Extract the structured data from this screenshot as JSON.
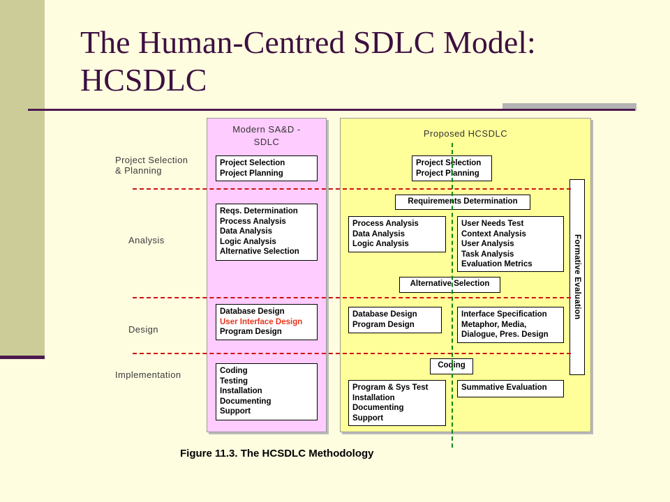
{
  "slide": {
    "title": "The Human-Centred SDLC Model:\nHCSDLC"
  },
  "diagram": {
    "phases": {
      "project": "Project Selection\n& Planning",
      "analysis": "Analysis",
      "design": "Design",
      "implementation": "Implementation"
    },
    "sdlc": {
      "title": "Modern SA&D -\nSDLC",
      "project_box": [
        "Project Selection",
        "Project Planning"
      ],
      "analysis_box": [
        "Reqs. Determination",
        "Process Analysis",
        "Data Analysis",
        "Logic Analysis",
        "Alternative Selection"
      ],
      "design_box": [
        "Database Design",
        "User Interface Design",
        "Program Design"
      ],
      "impl_box": [
        "Coding",
        "Testing",
        "Installation",
        "Documenting",
        "Support"
      ]
    },
    "hcsdlc": {
      "title": "Proposed HCSDLC",
      "project_box": [
        "Project Selection",
        "Project Planning"
      ],
      "requirements": "Requirements Determination",
      "process_box": [
        "Process Analysis",
        "Data Analysis",
        "Logic Analysis"
      ],
      "user_box": [
        "User Needs Test",
        "Context Analysis",
        "User Analysis",
        "Task Analysis",
        "Evaluation Metrics"
      ],
      "alternative": "Alternative Selection",
      "db_box": [
        "Database Design",
        "Program Design"
      ],
      "interface_box": [
        "Interface Specification",
        "Metaphor, Media,",
        "Dialogue, Pres. Design"
      ],
      "coding": "Coding",
      "program_box": [
        "Program & Sys Test",
        "Installation",
        "Documenting",
        "Support"
      ],
      "summative": "Summative Evaluation",
      "formative": "Formative Evaluation"
    },
    "caption": "Figure 11.3. The HCSDLC Methodology",
    "colors": {
      "sdlc_fill": "#ffccff",
      "hcsdlc_fill": "#ffff99",
      "phase_divider": "#cc1111",
      "center_axis": "#118811",
      "highlight_text": "#e8351e"
    }
  }
}
